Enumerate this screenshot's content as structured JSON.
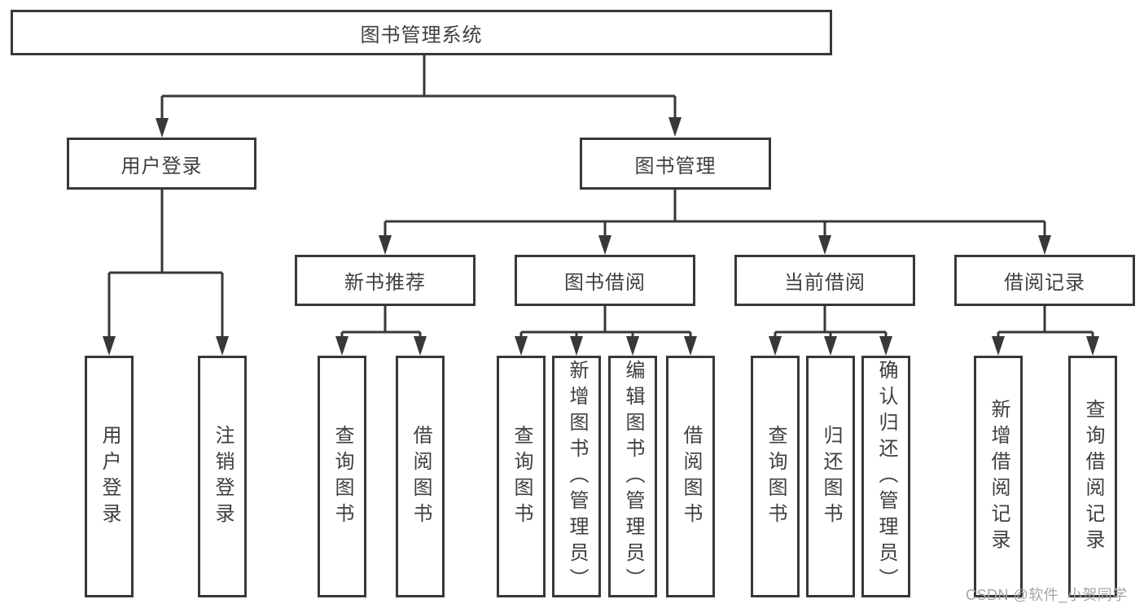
{
  "tree": {
    "root": {
      "label": "图书管理系统",
      "children": [
        {
          "label": "用户登录",
          "children": [
            {
              "label": "用户登录"
            },
            {
              "label": "注销登录"
            }
          ]
        },
        {
          "label": "图书管理",
          "children": [
            {
              "label": "新书推荐",
              "children": [
                {
                  "label": "查询图书"
                },
                {
                  "label": "借阅图书"
                }
              ]
            },
            {
              "label": "图书借阅",
              "children": [
                {
                  "label": "查询图书"
                },
                {
                  "label": "新增图书（管理员）"
                },
                {
                  "label": "编辑图书（管理员）"
                },
                {
                  "label": "借阅图书"
                }
              ]
            },
            {
              "label": "当前借阅",
              "children": [
                {
                  "label": "查询图书"
                },
                {
                  "label": "归还图书"
                },
                {
                  "label": "确认归还（管理员）"
                }
              ]
            },
            {
              "label": "借阅记录",
              "children": [
                {
                  "label": "新增借阅记录"
                },
                {
                  "label": "查询借阅记录"
                }
              ]
            }
          ]
        }
      ]
    }
  },
  "watermark": {
    "text": "CSDN @软件_小贺同学"
  },
  "colors": {
    "line": "#383838",
    "border": "#383838",
    "text": "#3f3f3f",
    "watermark": "#a2a6ae",
    "background": "#ffffff"
  }
}
